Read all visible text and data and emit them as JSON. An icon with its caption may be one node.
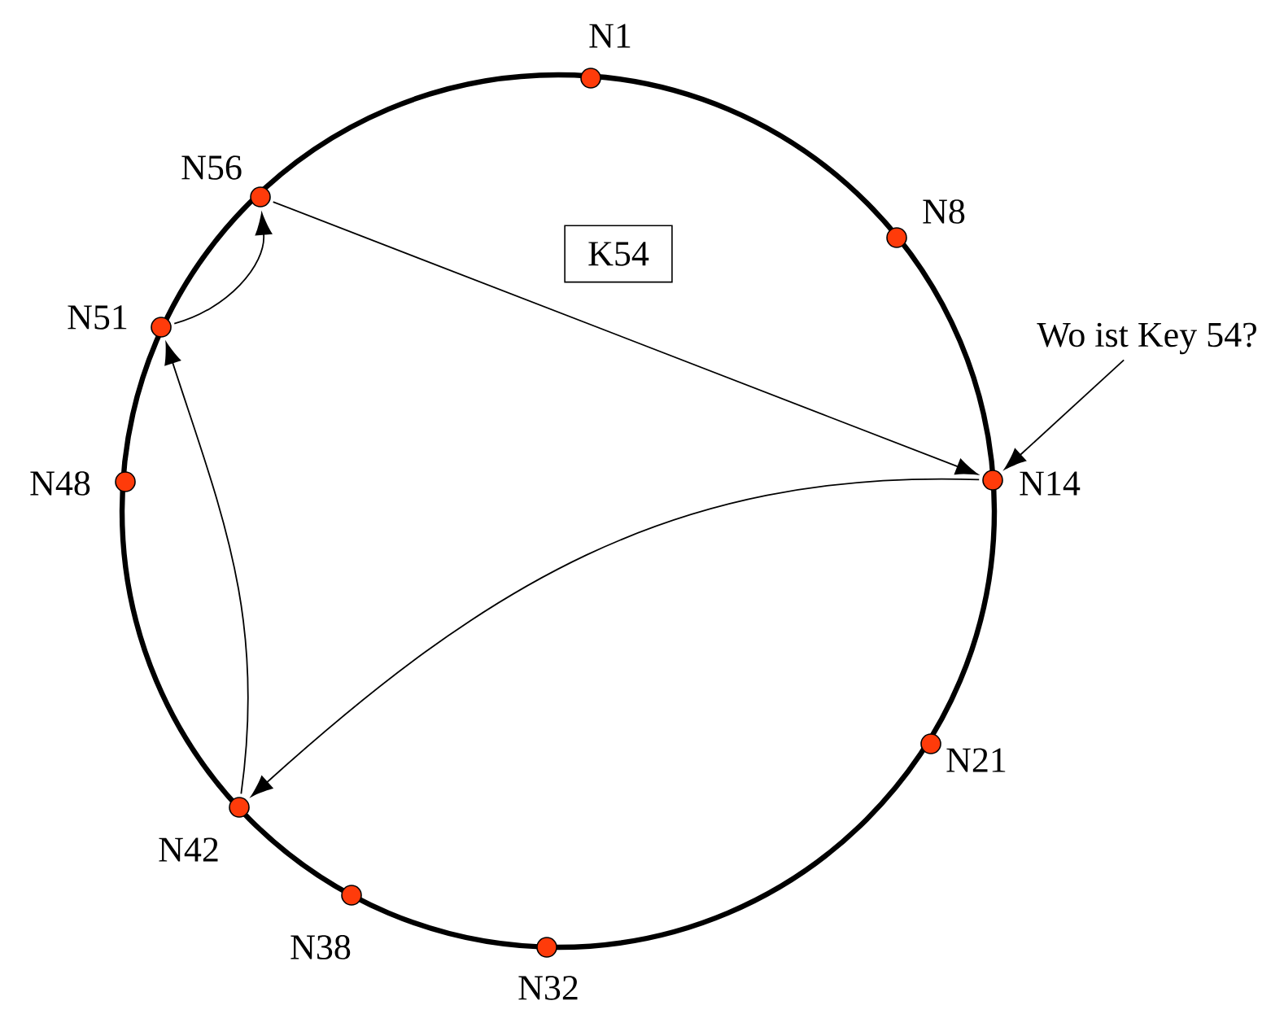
{
  "diagram": {
    "nodes": [
      {
        "text": [],
        "shape": "circle",
        "beside": [
          "N1"
        ]
      },
      {
        "text": [],
        "shape": "circle",
        "beside": [
          "N8"
        ]
      },
      {
        "text": [],
        "shape": "circle",
        "beside": [
          "N14"
        ]
      },
      {
        "text": [],
        "shape": "circle",
        "beside": [
          "N21"
        ]
      },
      {
        "text": [],
        "shape": "circle",
        "beside": [
          "N32"
        ]
      },
      {
        "text": [],
        "shape": "circle",
        "beside": [
          "N38"
        ]
      },
      {
        "text": [],
        "shape": "circle",
        "beside": [
          "N42"
        ]
      },
      {
        "text": [],
        "shape": "circle",
        "beside": [
          "N48"
        ]
      },
      {
        "text": [],
        "shape": "circle",
        "beside": [
          "N51"
        ]
      },
      {
        "text": [],
        "shape": "circle",
        "beside": [
          "N56"
        ]
      },
      {
        "text": [
          "K54"
        ]
      },
      {
        "text": [
          "Wo ist Key 54?"
        ]
      }
    ],
    "edges": [
      {
        "from": 11,
        "to": 2,
        "arrow": "to"
      },
      {
        "from": 9,
        "to": 2,
        "arrow": "to"
      },
      {
        "from": 2,
        "to": 6,
        "arrow": "to"
      },
      {
        "from": 6,
        "to": 8,
        "arrow": "to"
      },
      {
        "from": 8,
        "to": 9,
        "arrow": "to"
      }
    ]
  }
}
